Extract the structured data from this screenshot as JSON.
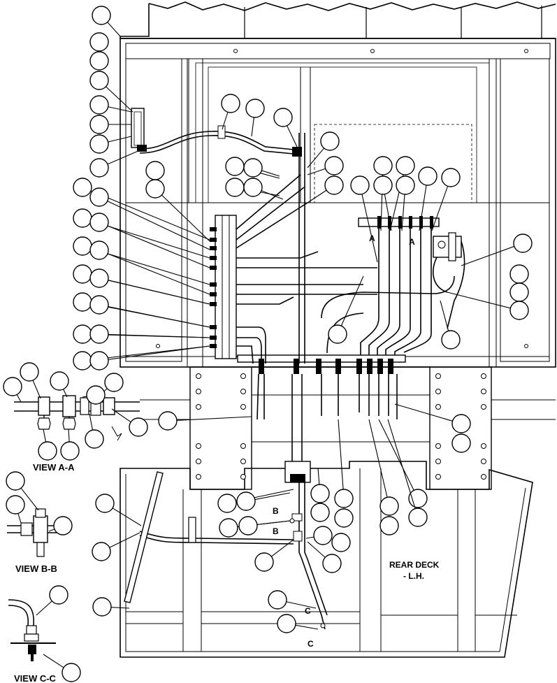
{
  "labels": {
    "view_a": "VIEW A-A",
    "view_b": "VIEW B-B",
    "view_c": "VIEW C-C",
    "rear_deck_line1": "REAR DECK",
    "rear_deck_line2": "- L.H.",
    "mark_b_upper": "B",
    "mark_b_lower": "B",
    "mark_c_upper": "C",
    "mark_c_lower": "C",
    "mark_a_left": "A",
    "mark_a_right": "A"
  }
}
